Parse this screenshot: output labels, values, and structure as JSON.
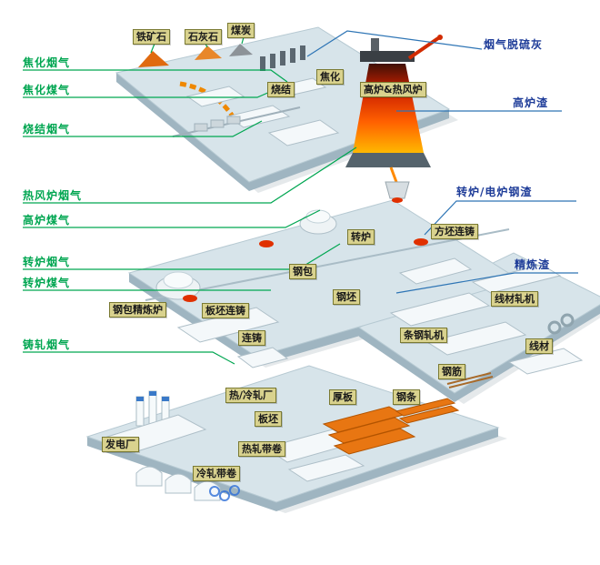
{
  "emission_labels": [
    "焦化烟气",
    "焦化煤气",
    "烧结烟气",
    "热风炉烟气",
    "高炉煤气",
    "转炉烟气",
    "转炉煤气",
    "铸轧烟气"
  ],
  "byproduct_labels": [
    "烟气脱硫灰",
    "高炉渣",
    "转炉/电炉钢渣",
    "精炼渣"
  ],
  "facility_labels": [
    "铁矿石",
    "石灰石",
    "煤炭",
    "烧结",
    "焦化",
    "高炉&热风炉",
    "转炉",
    "方坯连铸",
    "钢包",
    "钢坯",
    "板坯连铸",
    "钢包精炼炉",
    "连铸",
    "条钢轧机",
    "线材轧机",
    "线材",
    "钢筋",
    "热/冷轧厂",
    "厚板",
    "钢条",
    "板坯",
    "热轧带卷",
    "发电厂",
    "冷轧带卷"
  ],
  "colors": {
    "emission_text": "#00A651",
    "byproduct_text": "#1F3D99",
    "tag_background": "#D9D28E",
    "tag_border": "#7A7A33",
    "platform_top": "#D7E4EA",
    "platform_side": "#9FB5C1",
    "furnace_hot": "#FF6000",
    "slab_orange": "#E87612",
    "ladle_red": "#E03000"
  }
}
